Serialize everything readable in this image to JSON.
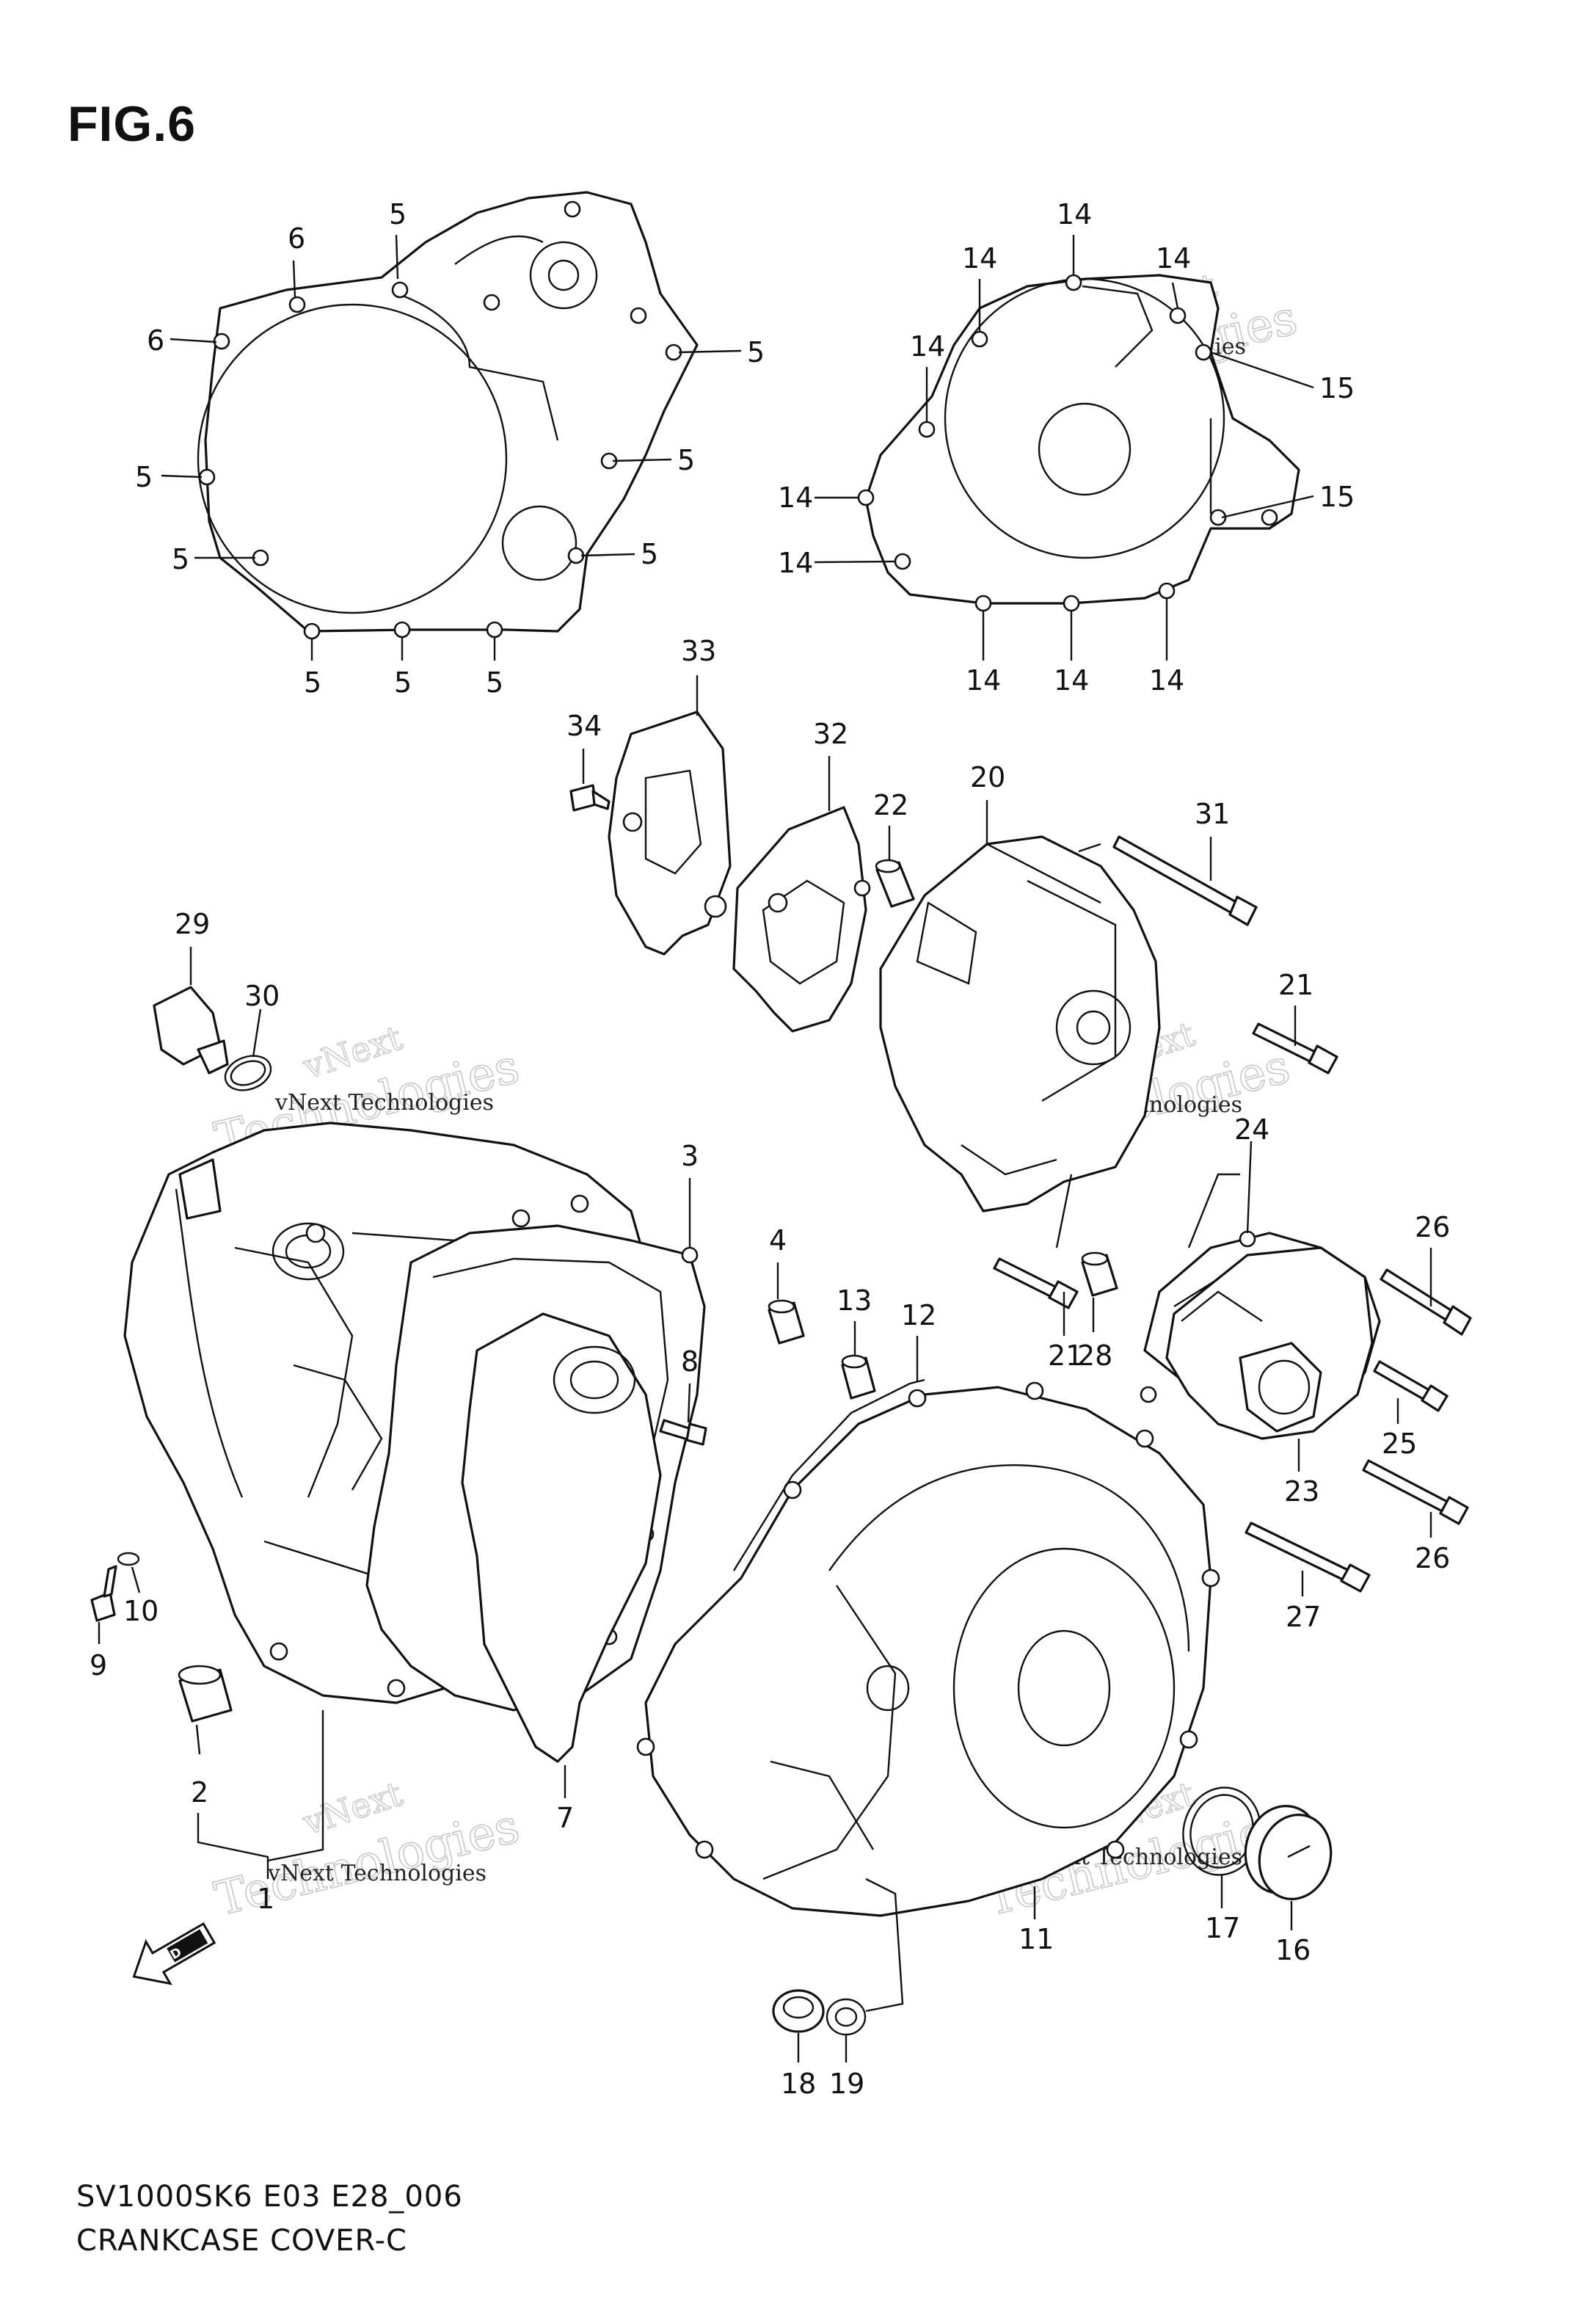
{
  "figure": {
    "title": "FIG.6",
    "model_code": "SV1000SK6 E03 E28_006",
    "section_name": "CRANKCASE COVER-C",
    "watermark_small": "vNext Technologies",
    "watermark_big_1": "vNext",
    "watermark_big_2": "Technologies",
    "fwd_label": "FWD"
  },
  "callouts": [
    {
      "id": "c6a",
      "label": "6"
    },
    {
      "id": "c5a",
      "label": "5"
    },
    {
      "id": "c6b",
      "label": "6"
    },
    {
      "id": "c5b",
      "label": "5"
    },
    {
      "id": "c5c",
      "label": "5"
    },
    {
      "id": "c5d",
      "label": "5"
    },
    {
      "id": "c5e",
      "label": "5"
    },
    {
      "id": "c5f",
      "label": "5"
    },
    {
      "id": "c5g",
      "label": "5"
    },
    {
      "id": "c5h",
      "label": "5"
    },
    {
      "id": "c5i",
      "label": "5"
    },
    {
      "id": "c14a",
      "label": "14"
    },
    {
      "id": "c14b",
      "label": "14"
    },
    {
      "id": "c14c",
      "label": "14"
    },
    {
      "id": "c14d",
      "label": "14"
    },
    {
      "id": "c14e",
      "label": "14"
    },
    {
      "id": "c14f",
      "label": "14"
    },
    {
      "id": "c14g",
      "label": "14"
    },
    {
      "id": "c14h",
      "label": "14"
    },
    {
      "id": "c14i",
      "label": "14"
    },
    {
      "id": "c15a",
      "label": "15"
    },
    {
      "id": "c15b",
      "label": "15"
    },
    {
      "id": "c33",
      "label": "33"
    },
    {
      "id": "c34",
      "label": "34"
    },
    {
      "id": "c32",
      "label": "32"
    },
    {
      "id": "c22",
      "label": "22"
    },
    {
      "id": "c20",
      "label": "20"
    },
    {
      "id": "c31",
      "label": "31"
    },
    {
      "id": "c29",
      "label": "29"
    },
    {
      "id": "c30",
      "label": "30"
    },
    {
      "id": "c21a",
      "label": "21"
    },
    {
      "id": "c24",
      "label": "24"
    },
    {
      "id": "c3",
      "label": "3"
    },
    {
      "id": "c4",
      "label": "4"
    },
    {
      "id": "c26a",
      "label": "26"
    },
    {
      "id": "c13",
      "label": "13"
    },
    {
      "id": "c12",
      "label": "12"
    },
    {
      "id": "c8",
      "label": "8"
    },
    {
      "id": "c21b",
      "label": "21"
    },
    {
      "id": "c28",
      "label": "28"
    },
    {
      "id": "c25",
      "label": "25"
    },
    {
      "id": "c23",
      "label": "23"
    },
    {
      "id": "c26b",
      "label": "26"
    },
    {
      "id": "c10",
      "label": "10"
    },
    {
      "id": "c27",
      "label": "27"
    },
    {
      "id": "c9",
      "label": "9"
    },
    {
      "id": "c2",
      "label": "2"
    },
    {
      "id": "c7",
      "label": "7"
    },
    {
      "id": "c1",
      "label": "1"
    },
    {
      "id": "c11",
      "label": "11"
    },
    {
      "id": "c17",
      "label": "17"
    },
    {
      "id": "c16",
      "label": "16"
    },
    {
      "id": "c18",
      "label": "18"
    },
    {
      "id": "c19",
      "label": "19"
    }
  ]
}
